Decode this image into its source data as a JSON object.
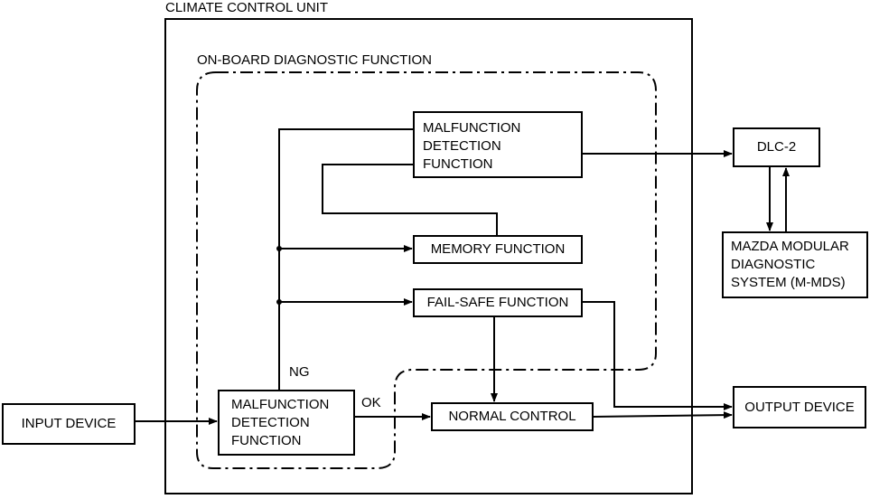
{
  "unit_title": "CLIMATE CONTROL UNIT",
  "obd_title": "ON-BOARD DIAGNOSTIC FUNCTION",
  "boxes": {
    "malfunction_top": [
      "MALFUNCTION",
      "DETECTION",
      "FUNCTION"
    ],
    "memory": "MEMORY FUNCTION",
    "fail_safe": "FAIL-SAFE FUNCTION",
    "malfunction_bottom": [
      "MALFUNCTION",
      "DETECTION",
      "FUNCTION"
    ],
    "normal_control": "NORMAL CONTROL",
    "input_device": "INPUT DEVICE",
    "output_device": "OUTPUT DEVICE",
    "dlc2": "DLC-2",
    "mds": [
      "MAZDA MODULAR",
      "DIAGNOSTIC",
      "SYSTEM (M-MDS)"
    ]
  },
  "labels": {
    "ng": "NG",
    "ok": "OK"
  }
}
